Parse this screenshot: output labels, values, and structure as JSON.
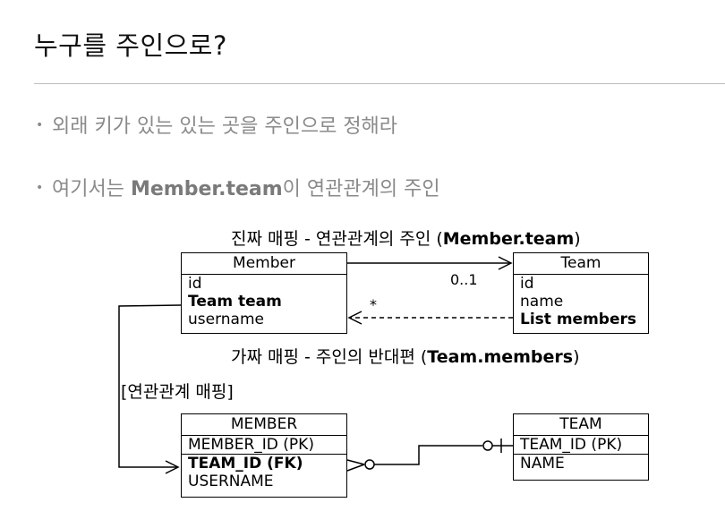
{
  "page": {
    "title": "누구를 주인으로?",
    "bullets": [
      {
        "text": "외래 키가 있는 있는 곳을 주인으로 정해라"
      },
      {
        "pre": "여기서는 ",
        "bold": "Member.team",
        "post": "이 연관관계의 주인"
      }
    ]
  },
  "diagram": {
    "real_mapping": {
      "pre": "진짜 매핑 - 연관관계의 주인 (",
      "bold": "Member.team",
      "post": ")"
    },
    "fake_mapping": {
      "pre": "가짜 매핑 - 주인의 반대편 (",
      "bold": "Team.members",
      "post": ")"
    },
    "relation_mapping": "[연관관계 매핑]",
    "multiplicity_one": "0..1",
    "multiplicity_many": "*",
    "member_class": {
      "name": "Member",
      "fields": [
        "id",
        "Team team",
        "username"
      ]
    },
    "team_class": {
      "name": "Team",
      "fields": [
        "id",
        "name",
        "List members"
      ]
    },
    "member_table": {
      "name": "MEMBER",
      "pk": "MEMBER_ID (PK)",
      "columns": [
        "TEAM_ID (FK)",
        "USERNAME"
      ]
    },
    "team_table": {
      "name": "TEAM",
      "pk": "TEAM_ID (PK)",
      "columns": [
        "NAME"
      ]
    }
  }
}
